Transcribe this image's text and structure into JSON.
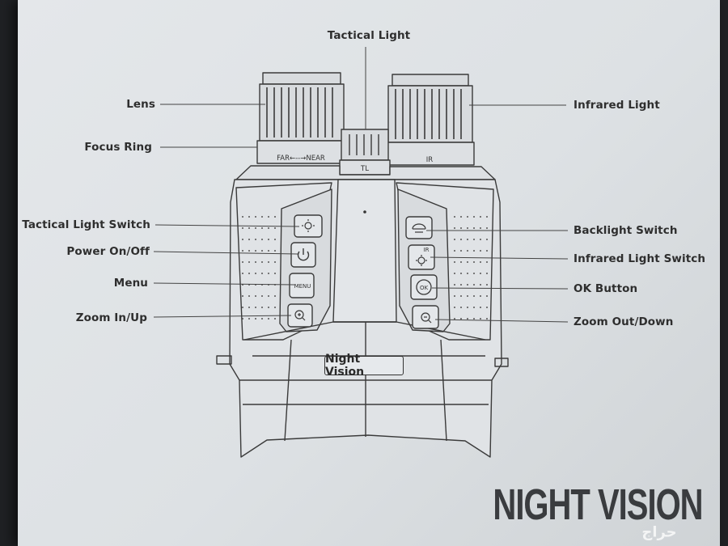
{
  "title": "Tactical Light",
  "callouts": {
    "lens": "Lens",
    "focus_ring": "Focus Ring",
    "infrared_light": "Infrared Light",
    "tactical_light_switch": "Tactical Light Switch",
    "power": "Power On/Off",
    "menu": "Menu",
    "zoom_in": "Zoom In/Up",
    "backlight_switch": "Backlight Switch",
    "infrared_light_switch": "Infrared Light Switch",
    "ok_button": "OK Button",
    "zoom_out": "Zoom Out/Down"
  },
  "device": {
    "focus_scale": "FAR←--→NEAR",
    "tl_mark": "TL",
    "ir_mark": "IR",
    "menu_key": "MENU",
    "ok_key": "OK",
    "ir_key": "IR",
    "badge": "Night Vision"
  },
  "brand": "NIGHT VISION",
  "watermark": "حراج",
  "icons": [
    "sun-icon",
    "power-icon",
    "zoom-in-icon",
    "backlight-icon",
    "ir-icon",
    "zoom-out-icon"
  ]
}
